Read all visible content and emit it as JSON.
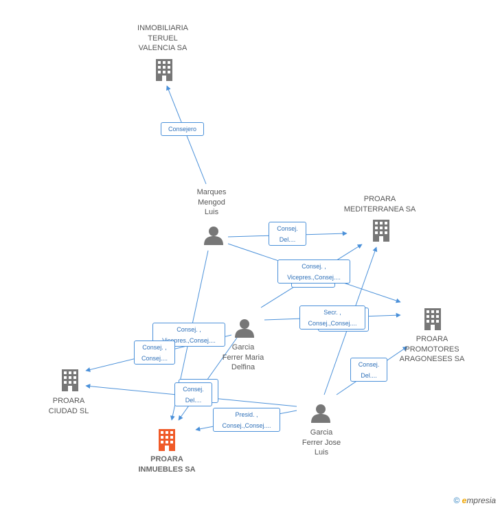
{
  "nodes": {
    "inmobiliaria": {
      "label": "INMOBILIARIA\nTERUEL\nVALENCIA SA",
      "type": "company"
    },
    "mediterranea": {
      "label": "PROARA\nMEDITERRANEA SA",
      "type": "company"
    },
    "promotores": {
      "label": "PROARA\nPROMOTORES\nARAGONESES SA",
      "type": "company"
    },
    "ciudad": {
      "label": "PROARA\nCIUDAD  SL",
      "type": "company"
    },
    "inmuebles": {
      "label": "PROARA\nINMUEBLES SA",
      "type": "company-main"
    },
    "marques": {
      "label": "Marques\nMengod\nLuis",
      "type": "person"
    },
    "garcia_delfina": {
      "label": "Garcia\nFerrer Maria\nDelfina",
      "type": "person"
    },
    "garcia_jose": {
      "label": "Garcia\nFerrer Jose\nLuis",
      "type": "person"
    }
  },
  "edges": {
    "e1": "Consejero",
    "e2": "Consej.\nDel....",
    "e3": "Consej. ,\nVicepres.,Consej....",
    "e4": "Consej. ,\nVicepres.,Consej....",
    "e5": "Consej. ,\nConsej....",
    "e6": "Consej.\nDel....",
    "e7": "Secr. ,\nConsej.,Consej....",
    "e8": "Consej.\nDel....",
    "e9": "Presid. ,\nConsej.,Consej...."
  },
  "colors": {
    "edge": "#4a90d9",
    "icon": "#777777",
    "main_icon": "#f05a28"
  },
  "footer": {
    "copyright": "©",
    "brand_e": "e",
    "brand_rest": "mpresia"
  }
}
